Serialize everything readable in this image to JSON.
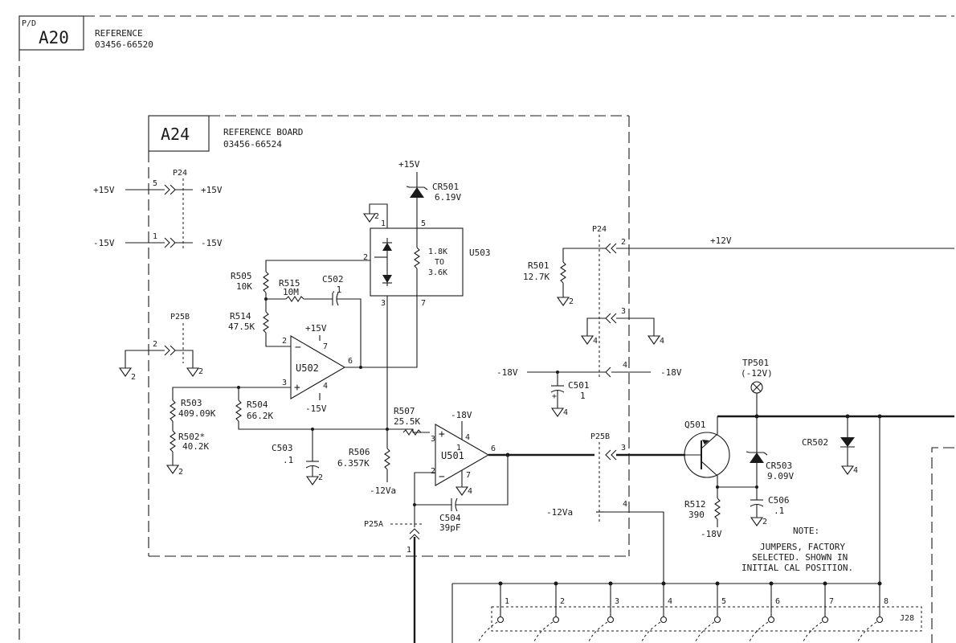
{
  "assembly": {
    "id_prefix": "P/D",
    "id": "A20",
    "title": "REFERENCE",
    "part_no": "03456-66520"
  },
  "board": {
    "id": "A24",
    "title": "REFERENCE BOARD",
    "part_no": "03456-66524"
  },
  "connectors": {
    "p24_upper": "P24",
    "p24_right": "P24",
    "p25b_left": "P25B",
    "p25b_right": "P25B",
    "p25a": "P25A",
    "j28": "J28"
  },
  "pins": {
    "p24_upper_5": "5",
    "p24_upper_1": "1",
    "p25b_left_2": "2",
    "p24_right_2": "2",
    "p24_right_3": "3",
    "p24_right_4": "4",
    "p25b_right_3": "3",
    "p25a_1": "1",
    "right_4": "4",
    "u503_1": "1",
    "u503_2": "2",
    "u503_3": "3",
    "u503_5": "5",
    "u503_7": "7",
    "u502_2": "2",
    "u502_3": "3",
    "u502_4": "4",
    "u502_6": "6",
    "u502_7": "7",
    "u501_1": "1",
    "u501_2": "2",
    "u501_3": "3",
    "u501_4": "4",
    "u501_6": "6",
    "u501_7": "7",
    "j28": [
      "1",
      "2",
      "3",
      "4",
      "5",
      "6",
      "7",
      "8"
    ]
  },
  "rails": {
    "p15v_in": "+15V",
    "p15v_out": "+15V",
    "m15v_in": "-15V",
    "m15v_out": "-15V",
    "p15v_cr501": "+15V",
    "p15v_u502": "+15V",
    "m15v_u502": "-15V",
    "m18v_u501": "-18V",
    "m12va_r506": "-12Va",
    "p12v": "+12V",
    "m18v_left": "-18V",
    "m18v_right": "-18V",
    "m12va_right": "-12Va",
    "m18v_r512": "-18V"
  },
  "ground_labels": {
    "g2": "2",
    "g4": "4"
  },
  "components": {
    "cr501": {
      "ref": "CR501",
      "value": "6.19V"
    },
    "u503": {
      "ref": "U503",
      "value_lo": "1.8K",
      "value_to": "TO",
      "value_hi": "3.6K"
    },
    "r505": {
      "ref": "R505",
      "value": "10K"
    },
    "r515": {
      "ref": "R515",
      "value": "10M"
    },
    "c502": {
      "ref": "C502",
      "value": ".1"
    },
    "r514": {
      "ref": "R514",
      "value": "47.5K"
    },
    "u502": {
      "ref": "U502"
    },
    "r503": {
      "ref": "R503",
      "value": "409.09K"
    },
    "r504": {
      "ref": "R504",
      "value": "66.2K"
    },
    "r502": {
      "ref": "R502*",
      "value": "40.2K"
    },
    "c503": {
      "ref": "C503",
      "value": ".1"
    },
    "r506": {
      "ref": "R506",
      "value": "6.357K"
    },
    "r507": {
      "ref": "R507",
      "value": "25.5K"
    },
    "u501": {
      "ref": "U501"
    },
    "c504": {
      "ref": "C504",
      "value": "39pF"
    },
    "r501": {
      "ref": "R501",
      "value": "12.7K"
    },
    "c501": {
      "ref": "C501",
      "value": "1"
    },
    "tp501": {
      "ref": "TP501",
      "value": "(-12V)"
    },
    "q501": {
      "ref": "Q501"
    },
    "cr502": {
      "ref": "CR502"
    },
    "cr503": {
      "ref": "CR503",
      "value": "9.09V"
    },
    "r512": {
      "ref": "R512",
      "value": "390"
    },
    "c506": {
      "ref": "C506",
      "value": ".1"
    }
  },
  "note": {
    "title": "NOTE:",
    "lines": [
      "JUMPERS, FACTORY",
      "SELECTED. SHOWN IN",
      "INITIAL CAL POSITION."
    ]
  }
}
